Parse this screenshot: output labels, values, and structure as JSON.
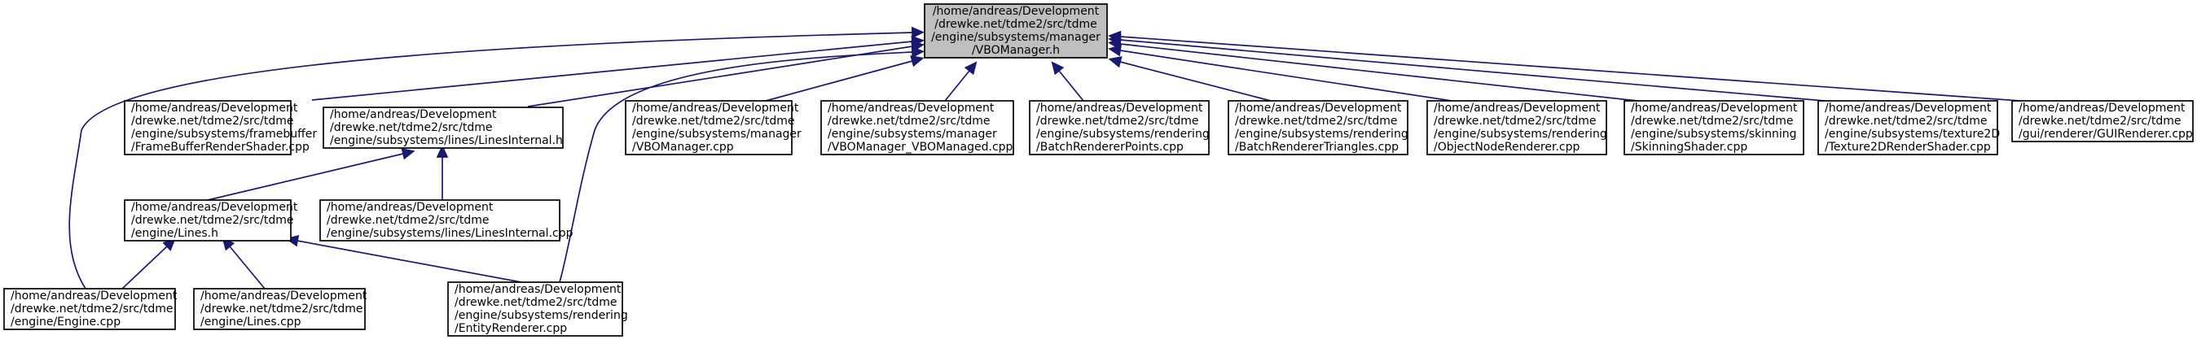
{
  "graph": {
    "type": "include-dependency-graph",
    "root": "n0",
    "nodes": [
      {
        "id": "n0",
        "root": true,
        "lines": [
          "/home/andreas/Development",
          "/drewke.net/tdme2/src/tdme",
          "/engine/subsystems/manager",
          "/VBOManager.h"
        ]
      },
      {
        "id": "n1",
        "lines": [
          "/home/andreas/Development",
          "/drewke.net/tdme2/src/tdme",
          "/engine/subsystems/framebuffer",
          "/FrameBufferRenderShader.cpp"
        ]
      },
      {
        "id": "n2",
        "lines": [
          "/home/andreas/Development",
          "/drewke.net/tdme2/src/tdme",
          "/engine/subsystems/lines/LinesInternal.h"
        ]
      },
      {
        "id": "n3",
        "lines": [
          "/home/andreas/Development",
          "/drewke.net/tdme2/src/tdme",
          "/engine/subsystems/manager",
          "/VBOManager.cpp"
        ]
      },
      {
        "id": "n4",
        "lines": [
          "/home/andreas/Development",
          "/drewke.net/tdme2/src/tdme",
          "/engine/subsystems/manager",
          "/VBOManager_VBOManaged.cpp"
        ]
      },
      {
        "id": "n5",
        "lines": [
          "/home/andreas/Development",
          "/drewke.net/tdme2/src/tdme",
          "/engine/subsystems/rendering",
          "/BatchRendererPoints.cpp"
        ]
      },
      {
        "id": "n6",
        "lines": [
          "/home/andreas/Development",
          "/drewke.net/tdme2/src/tdme",
          "/engine/subsystems/rendering",
          "/BatchRendererTriangles.cpp"
        ]
      },
      {
        "id": "n7",
        "lines": [
          "/home/andreas/Development",
          "/drewke.net/tdme2/src/tdme",
          "/engine/subsystems/rendering",
          "/ObjectNodeRenderer.cpp"
        ]
      },
      {
        "id": "n8",
        "lines": [
          "/home/andreas/Development",
          "/drewke.net/tdme2/src/tdme",
          "/engine/subsystems/skinning",
          "/SkinningShader.cpp"
        ]
      },
      {
        "id": "n9",
        "lines": [
          "/home/andreas/Development",
          "/drewke.net/tdme2/src/tdme",
          "/engine/subsystems/texture2D",
          "/Texture2DRenderShader.cpp"
        ]
      },
      {
        "id": "n10",
        "lines": [
          "/home/andreas/Development",
          "/drewke.net/tdme2/src/tdme",
          "/gui/renderer/GUIRenderer.cpp"
        ]
      },
      {
        "id": "n11",
        "lines": [
          "/home/andreas/Development",
          "/drewke.net/tdme2/src/tdme",
          "/engine/Lines.h"
        ]
      },
      {
        "id": "n12",
        "lines": [
          "/home/andreas/Development",
          "/drewke.net/tdme2/src/tdme",
          "/engine/subsystems/lines/LinesInternal.cpp"
        ]
      },
      {
        "id": "n13",
        "lines": [
          "/home/andreas/Development",
          "/drewke.net/tdme2/src/tdme",
          "/engine/Engine.cpp"
        ]
      },
      {
        "id": "n14",
        "lines": [
          "/home/andreas/Development",
          "/drewke.net/tdme2/src/tdme",
          "/engine/Lines.cpp"
        ]
      },
      {
        "id": "n15",
        "lines": [
          "/home/andreas/Development",
          "/drewke.net/tdme2/src/tdme",
          "/engine/subsystems/rendering",
          "/EntityRenderer.cpp"
        ]
      }
    ],
    "edges": [
      {
        "from": "n1",
        "to": "n0"
      },
      {
        "from": "n2",
        "to": "n0"
      },
      {
        "from": "n3",
        "to": "n0"
      },
      {
        "from": "n4",
        "to": "n0"
      },
      {
        "from": "n5",
        "to": "n0"
      },
      {
        "from": "n6",
        "to": "n0"
      },
      {
        "from": "n7",
        "to": "n0"
      },
      {
        "from": "n8",
        "to": "n0"
      },
      {
        "from": "n9",
        "to": "n0"
      },
      {
        "from": "n10",
        "to": "n0"
      },
      {
        "from": "n13",
        "to": "n0"
      },
      {
        "from": "n15",
        "to": "n0"
      },
      {
        "from": "n11",
        "to": "n2"
      },
      {
        "from": "n12",
        "to": "n2"
      },
      {
        "from": "n13",
        "to": "n11"
      },
      {
        "from": "n14",
        "to": "n11"
      },
      {
        "from": "n15",
        "to": "n11"
      }
    ]
  }
}
